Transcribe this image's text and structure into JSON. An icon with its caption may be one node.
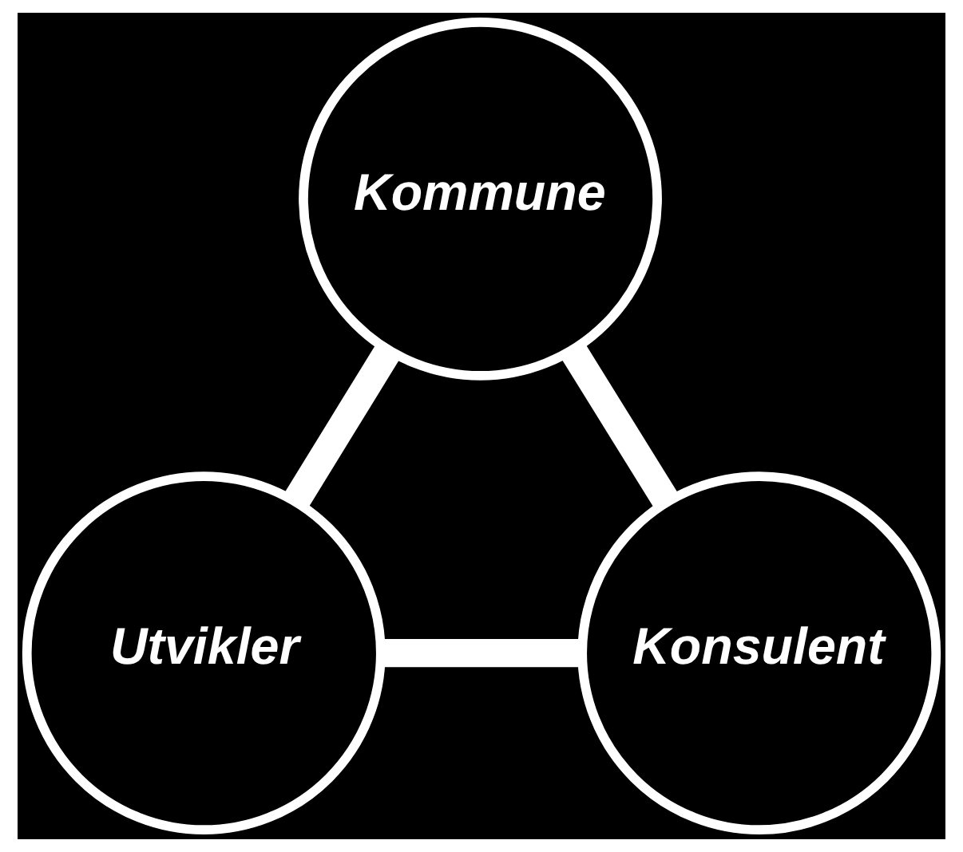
{
  "diagram": {
    "nodes": [
      {
        "text": [
          "Kommune"
        ]
      },
      {
        "text": [
          "Utvikler"
        ]
      },
      {
        "text": [
          "Konsulent"
        ]
      }
    ],
    "edges": [
      {
        "from": 0,
        "to": 1,
        "arrow": "none"
      },
      {
        "from": 0,
        "to": 2,
        "arrow": "none"
      },
      {
        "from": 1,
        "to": 2,
        "arrow": "none"
      }
    ]
  }
}
